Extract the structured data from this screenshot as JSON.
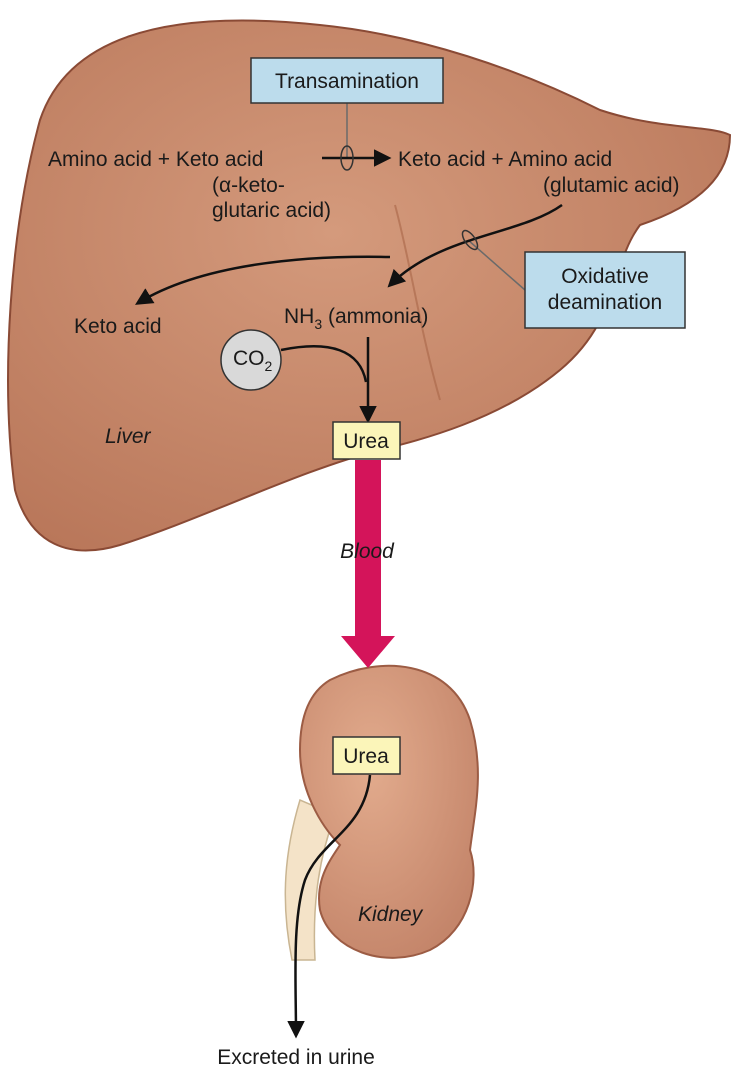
{
  "diagram": {
    "transamination_box": "Transamination",
    "reaction_left": "Amino acid + Keto acid",
    "keto_note_line1": "(α-keto-",
    "keto_note_line2": "glutaric acid)",
    "reaction_right": "Keto acid + Amino acid",
    "glutamic_note": "(glutamic acid)",
    "oxidative_line1": "Oxidative",
    "oxidative_line2": "deamination",
    "keto_acid_product": "Keto acid",
    "ammonia_nh": "NH",
    "ammonia_sub": "3",
    "ammonia_rest": " (ammonia)",
    "co2_main": "CO",
    "co2_sub": "2",
    "liver_label": "Liver",
    "urea_liver": "Urea",
    "blood_label": "Blood",
    "urea_kidney": "Urea",
    "kidney_label": "Kidney",
    "excreted_label": "Excreted in urine"
  },
  "colors": {
    "liver_fill": "#c98a6c",
    "liver_stroke": "#8a4a35",
    "kidney_fill": "#d79a7c",
    "blue_box": "#bcdcec",
    "yellow_box": "#fbf5b9",
    "blood_arrow": "#d4145a",
    "co2_circle": "#d9d9d9"
  }
}
